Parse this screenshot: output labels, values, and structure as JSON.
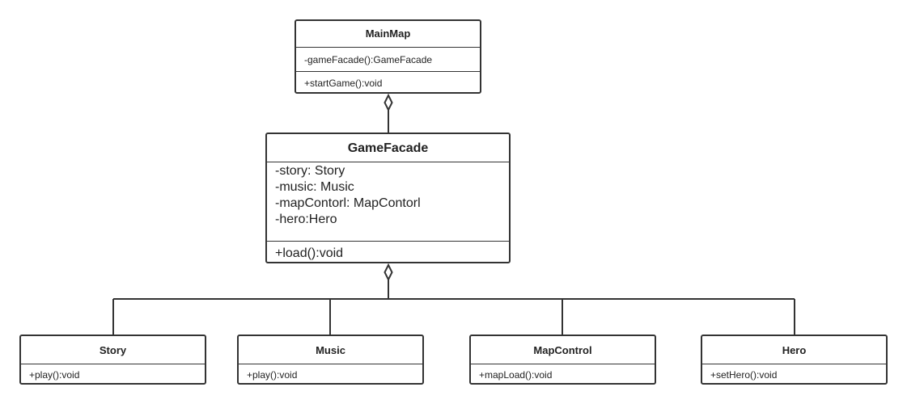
{
  "diagram": {
    "classes": {
      "main_map": {
        "name": "MainMap",
        "attributes": [
          "-gameFacade():GameFacade"
        ],
        "operations": [
          "+startGame():void"
        ]
      },
      "game_facade": {
        "name": "GameFacade",
        "attributes": [
          "-story: Story",
          "-music: Music",
          "-mapContorl: MapContorl",
          "-hero:Hero"
        ],
        "operations": [
          "+load():void"
        ]
      },
      "story": {
        "name": "Story",
        "operations": [
          "+play():void"
        ]
      },
      "music": {
        "name": "Music",
        "operations": [
          "+play():void"
        ]
      },
      "map_control": {
        "name": "MapControl",
        "operations": [
          "+mapLoad():void"
        ]
      },
      "hero": {
        "name": "Hero",
        "operations": [
          "+setHero():void"
        ]
      }
    },
    "relations": [
      {
        "type": "aggregation",
        "whole": "MainMap",
        "part": "GameFacade"
      },
      {
        "type": "aggregation",
        "whole": "GameFacade",
        "part": "Story"
      },
      {
        "type": "aggregation",
        "whole": "GameFacade",
        "part": "Music"
      },
      {
        "type": "aggregation",
        "whole": "GameFacade",
        "part": "MapControl"
      },
      {
        "type": "aggregation",
        "whole": "GameFacade",
        "part": "Hero"
      }
    ],
    "colors": {
      "line": "#333333",
      "box_fill": "#ffffff",
      "text": "#222222"
    }
  }
}
